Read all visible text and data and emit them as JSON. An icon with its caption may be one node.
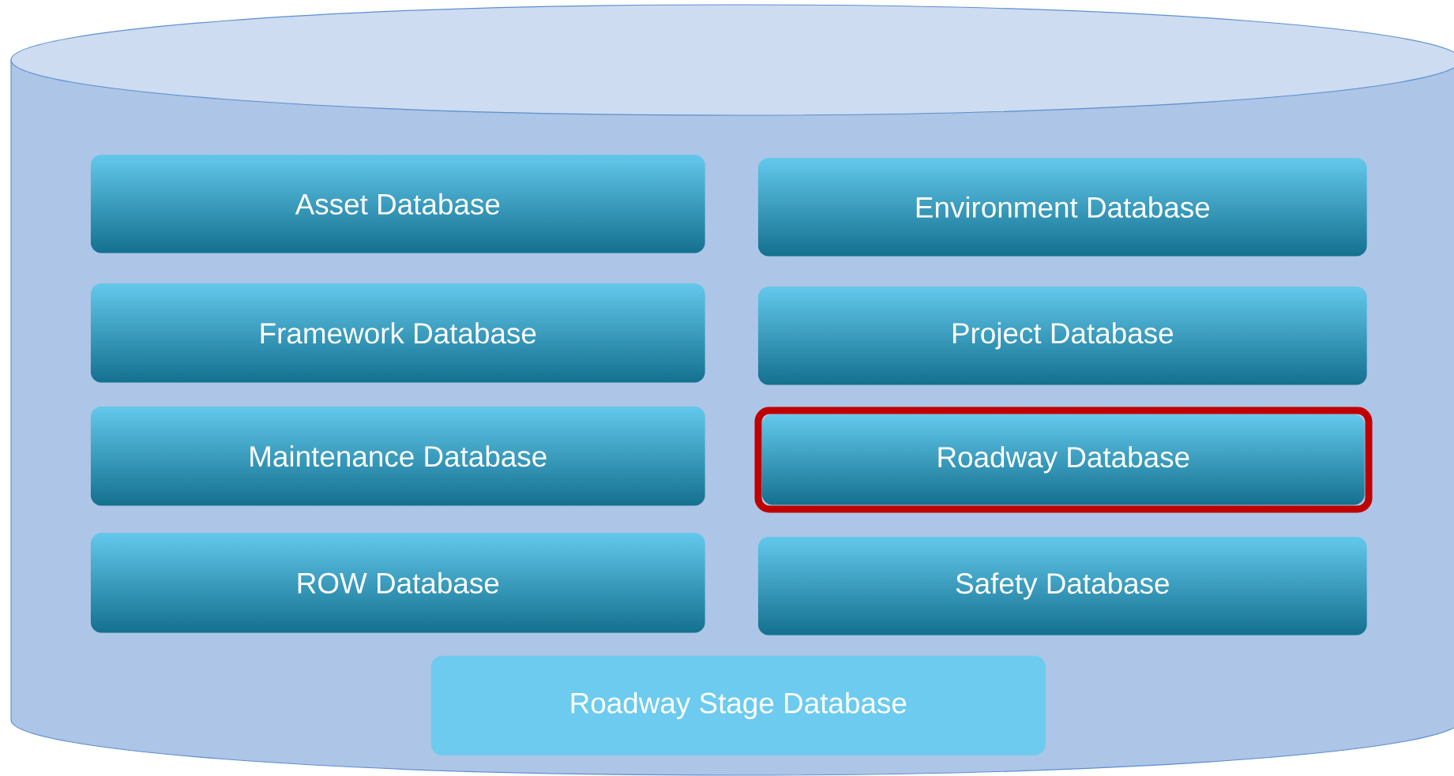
{
  "diagram": {
    "nodes": [
      {
        "text": [],
        "shape": "cylinder"
      },
      {
        "text": [
          "Asset Database"
        ],
        "in": 0
      },
      {
        "text": [
          "Environment Database"
        ],
        "in": 0
      },
      {
        "text": [
          "Framework Database"
        ],
        "in": 0
      },
      {
        "text": [
          "Project Database"
        ],
        "in": 0
      },
      {
        "text": [
          "Maintenance Database"
        ],
        "in": 0
      },
      {
        "text": [
          "Roadway Database"
        ],
        "in": 0
      },
      {
        "text": [
          "ROW Database"
        ],
        "in": 0
      },
      {
        "text": [
          "Safety Database"
        ],
        "in": 0
      },
      {
        "text": [
          "Roadway Stage Database"
        ],
        "in": 0
      }
    ]
  }
}
